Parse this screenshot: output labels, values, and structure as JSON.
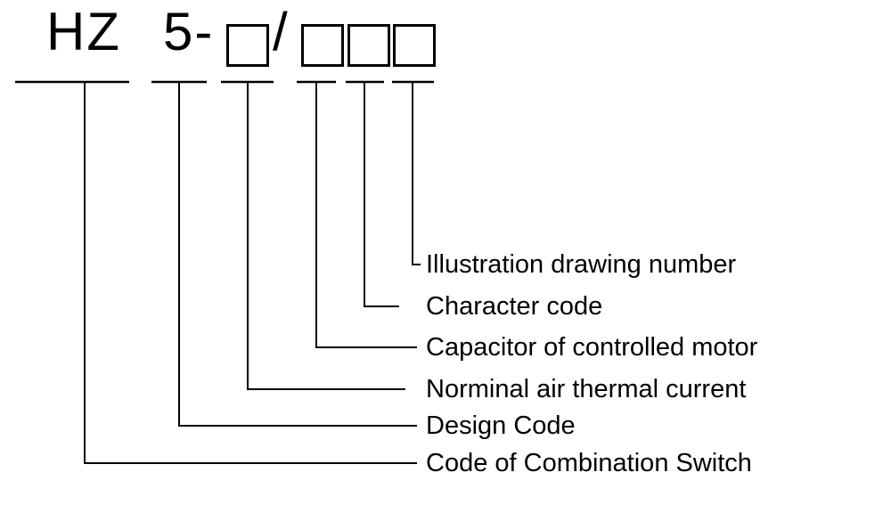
{
  "code": {
    "prefix": "HZ",
    "series": "5-",
    "slash": "/"
  },
  "labels": {
    "illustration": "Illustration drawing number",
    "character": "Character code",
    "capacitor": "Capacitor of controlled motor",
    "thermal": "Norminal air thermal current",
    "design": "Design Code",
    "combination": "Code of Combination Switch"
  },
  "colors": {
    "line": "#000000",
    "text": "#000000",
    "background": "#ffffff"
  }
}
